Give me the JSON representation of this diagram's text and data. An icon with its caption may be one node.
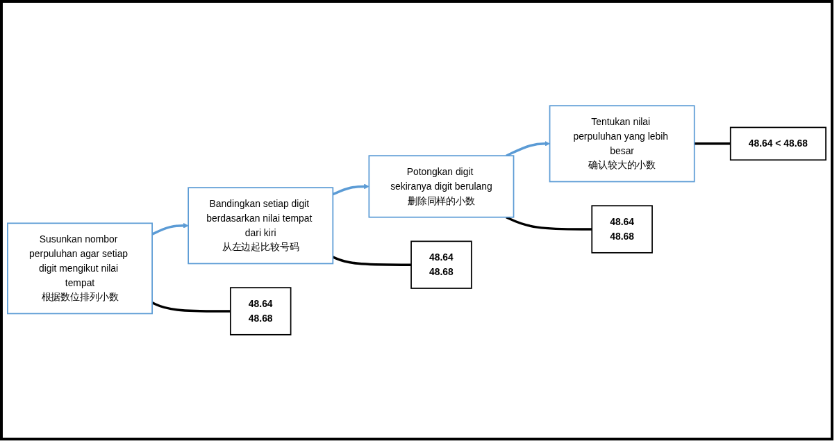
{
  "diagram": {
    "nodes": [
      {
        "text": [
          "Susunkan nombor perpuluhan agar setiap digit mengikut nilai tempat",
          "根据数位排列小数"
        ]
      },
      {
        "text": [
          "Bandingkan setiap digit berdasarkan nilai tempat dari kiri",
          "从左边起比较号码"
        ]
      },
      {
        "text": [
          "Potongkan digit sekiranya digit berulang",
          "删除同样的小数"
        ]
      },
      {
        "text": [
          "Tentukan nilai perpuluhan yang lebih besar",
          "确认较大的小数"
        ]
      },
      {
        "text": [
          "48.64",
          "48.68"
        ]
      },
      {
        "text": [
          "48.64",
          "48.68"
        ]
      },
      {
        "text": [
          "48.64",
          "48.68"
        ]
      },
      {
        "text": [
          "48.64 < 48.68"
        ]
      }
    ],
    "edges": [
      {
        "from": 0,
        "to": 1,
        "arrow": "to",
        "color": "#5b9bd5"
      },
      {
        "from": 1,
        "to": 2,
        "arrow": "to",
        "color": "#5b9bd5"
      },
      {
        "from": 2,
        "to": 3,
        "arrow": "to",
        "color": "#5b9bd5"
      },
      {
        "from": 0,
        "to": 4,
        "arrow": "none"
      },
      {
        "from": 1,
        "to": 5,
        "arrow": "none"
      },
      {
        "from": 2,
        "to": 6,
        "arrow": "none"
      },
      {
        "from": 3,
        "to": 7,
        "arrow": "none"
      }
    ]
  }
}
